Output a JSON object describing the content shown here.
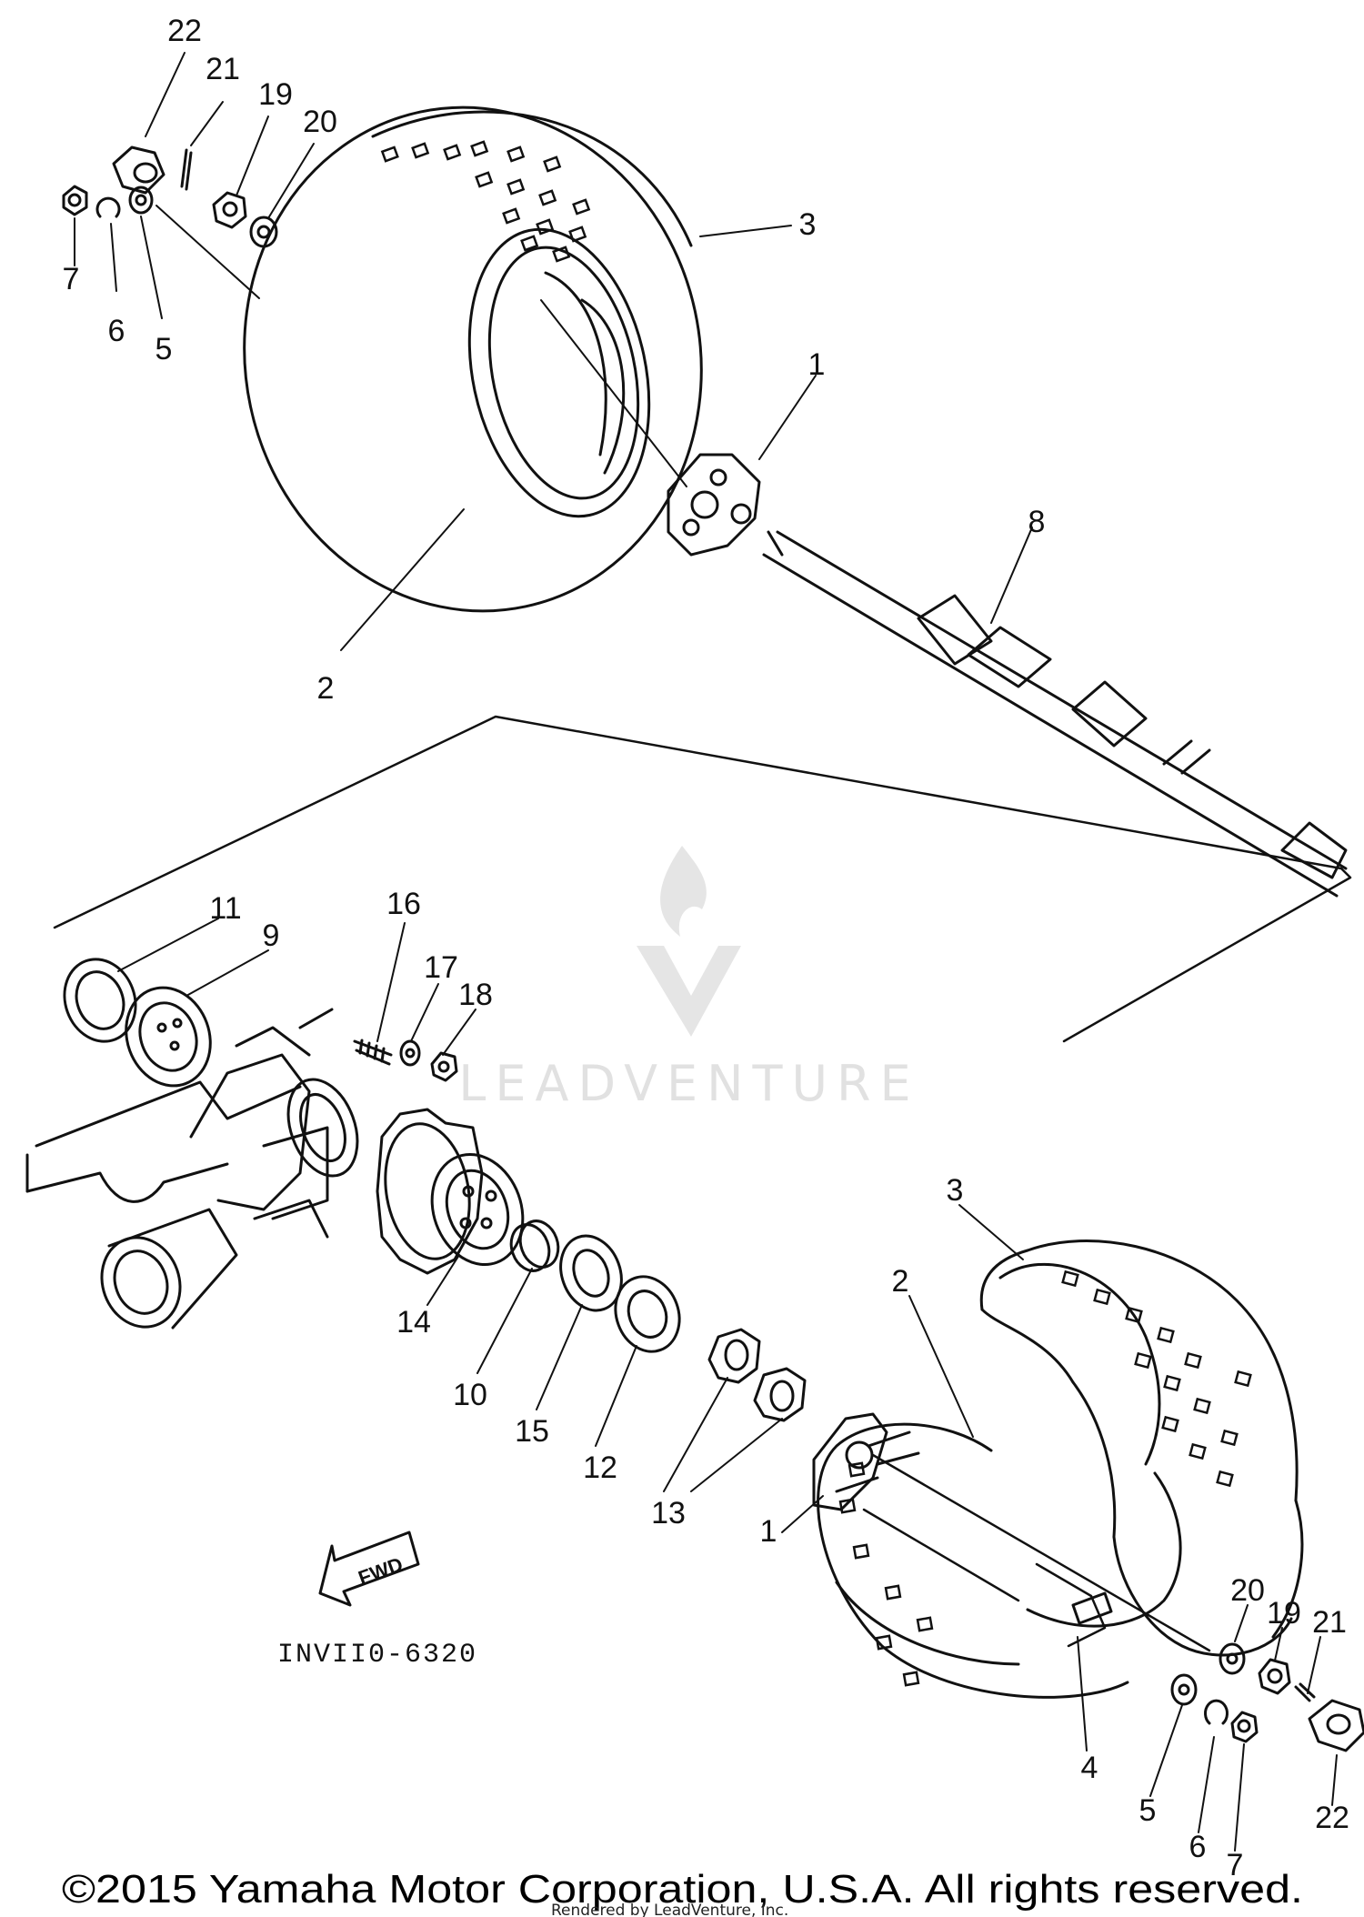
{
  "diagram": {
    "drawing_code": "INVII0-6320",
    "direction_label": "FWD",
    "watermark_text": "LEADVENTURE",
    "copyright": "©2015 Yamaha Motor Corporation, U.S.A. All rights reserved.",
    "rendered_by": "Rendered by LeadVenture, Inc.",
    "colors": {
      "ink": "#111111",
      "watermark": "#c9c9c9",
      "background": "#ffffff"
    },
    "callouts": [
      {
        "id": "c22a",
        "text": "22"
      },
      {
        "id": "c21a",
        "text": "21"
      },
      {
        "id": "c19a",
        "text": "19"
      },
      {
        "id": "c20a",
        "text": "20"
      },
      {
        "id": "c3a",
        "text": "3"
      },
      {
        "id": "c7a",
        "text": "7"
      },
      {
        "id": "c6a",
        "text": "6"
      },
      {
        "id": "c5a",
        "text": "5"
      },
      {
        "id": "c1a",
        "text": "1"
      },
      {
        "id": "c8",
        "text": "8"
      },
      {
        "id": "c2a",
        "text": "2"
      },
      {
        "id": "c11",
        "text": "11"
      },
      {
        "id": "c9",
        "text": "9"
      },
      {
        "id": "c16",
        "text": "16"
      },
      {
        "id": "c17",
        "text": "17"
      },
      {
        "id": "c18",
        "text": "18"
      },
      {
        "id": "c3b",
        "text": "3"
      },
      {
        "id": "c2b",
        "text": "2"
      },
      {
        "id": "c14",
        "text": "14"
      },
      {
        "id": "c10",
        "text": "10"
      },
      {
        "id": "c15",
        "text": "15"
      },
      {
        "id": "c12",
        "text": "12"
      },
      {
        "id": "c13",
        "text": "13"
      },
      {
        "id": "c1b",
        "text": "1"
      },
      {
        "id": "c20b",
        "text": "20"
      },
      {
        "id": "c19b",
        "text": "19"
      },
      {
        "id": "c21b",
        "text": "21"
      },
      {
        "id": "c4",
        "text": "4"
      },
      {
        "id": "c5b",
        "text": "5"
      },
      {
        "id": "c6b",
        "text": "6"
      },
      {
        "id": "c7b",
        "text": "7"
      },
      {
        "id": "c22b",
        "text": "22"
      }
    ]
  }
}
